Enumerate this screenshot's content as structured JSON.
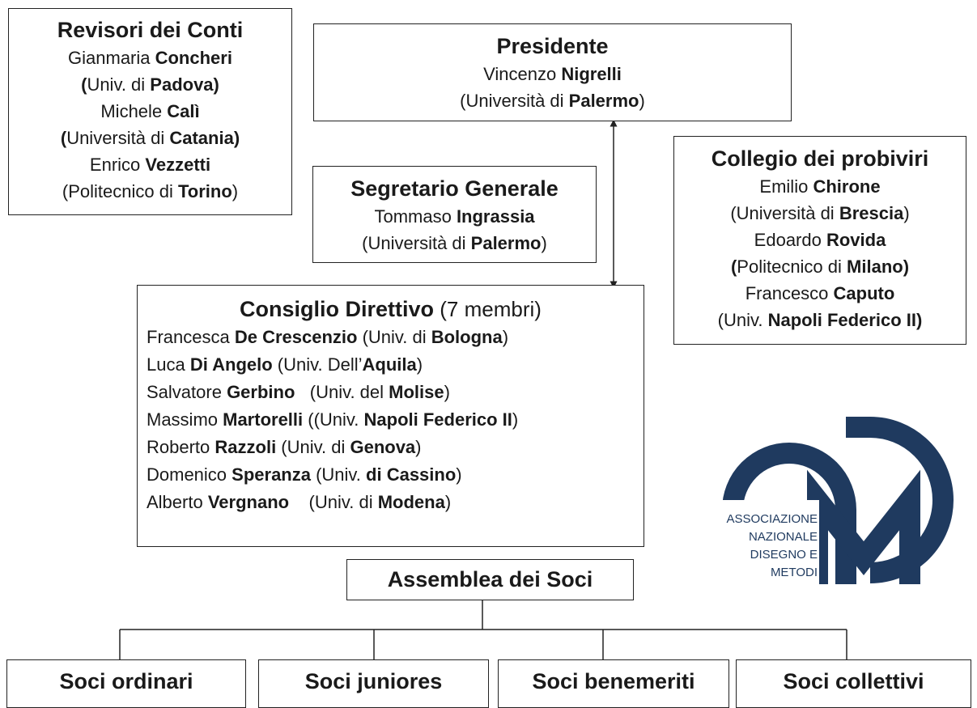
{
  "revisori": {
    "title": "Revisori dei Conti",
    "lines": [
      [
        {
          "t": "Gianmaria ",
          "b": false
        },
        {
          "t": "Concheri",
          "b": true
        }
      ],
      [
        {
          "t": "(",
          "b": true
        },
        {
          "t": "Univ. di ",
          "b": false
        },
        {
          "t": "Padova)",
          "b": true
        }
      ],
      [
        {
          "t": "Michele ",
          "b": false
        },
        {
          "t": "Calì",
          "b": true
        }
      ],
      [
        {
          "t": "(",
          "b": true
        },
        {
          "t": "Università di ",
          "b": false
        },
        {
          "t": "Catania)",
          "b": true
        }
      ],
      [
        {
          "t": "Enrico ",
          "b": false
        },
        {
          "t": "Vezzetti",
          "b": true
        }
      ],
      [
        {
          "t": "(Politecnico di ",
          "b": false
        },
        {
          "t": "Torino",
          "b": true
        },
        {
          "t": ")",
          "b": false
        }
      ]
    ]
  },
  "presidente": {
    "title": "Presidente",
    "lines": [
      [
        {
          "t": "Vincenzo ",
          "b": false
        },
        {
          "t": "Nigrelli",
          "b": true
        }
      ],
      [
        {
          "t": "(Università di ",
          "b": false
        },
        {
          "t": "Palermo",
          "b": true
        },
        {
          "t": ")",
          "b": false
        }
      ]
    ]
  },
  "segretario": {
    "title": "Segretario Generale",
    "lines": [
      [
        {
          "t": "Tommaso ",
          "b": false
        },
        {
          "t": "Ingrassia",
          "b": true
        }
      ],
      [
        {
          "t": "(Università di ",
          "b": false
        },
        {
          "t": "Palermo",
          "b": true
        },
        {
          "t": ")",
          "b": false
        }
      ]
    ]
  },
  "probiviri": {
    "title": "Collegio dei probiviri",
    "lines": [
      [
        {
          "t": "Emilio ",
          "b": false
        },
        {
          "t": "Chirone",
          "b": true
        }
      ],
      [
        {
          "t": "(Università di ",
          "b": false
        },
        {
          "t": "Brescia",
          "b": true
        },
        {
          "t": ")",
          "b": false
        }
      ],
      [
        {
          "t": "Edoardo ",
          "b": false
        },
        {
          "t": "Rovida",
          "b": true
        }
      ],
      [
        {
          "t": "(",
          "b": true
        },
        {
          "t": "Politecnico di ",
          "b": false
        },
        {
          "t": "Milano)",
          "b": true
        }
      ],
      [
        {
          "t": "Francesco ",
          "b": false
        },
        {
          "t": "Caputo",
          "b": true
        }
      ],
      [
        {
          "t": "(Univ. ",
          "b": false
        },
        {
          "t": "Napoli Federico II)",
          "b": true
        }
      ]
    ]
  },
  "consiglio": {
    "title": "Consiglio Direttivo",
    "subtitle": " (7 membri)",
    "lines": [
      [
        {
          "t": "Francesca ",
          "b": false
        },
        {
          "t": "De Crescenzio",
          "b": true
        },
        {
          "t": " (Univ. di ",
          "b": false
        },
        {
          "t": "Bologna",
          "b": true
        },
        {
          "t": ")",
          "b": false
        }
      ],
      [
        {
          "t": "Luca ",
          "b": false
        },
        {
          "t": "Di Angelo",
          "b": true
        },
        {
          "t": " (Univ. Dell’",
          "b": false
        },
        {
          "t": "Aquila",
          "b": true
        },
        {
          "t": ")",
          "b": false
        }
      ],
      [
        {
          "t": "Salvatore ",
          "b": false
        },
        {
          "t": "Gerbino",
          "b": true
        },
        {
          "t": "   (Univ. del ",
          "b": false
        },
        {
          "t": "Molise",
          "b": true
        },
        {
          "t": ")",
          "b": false
        }
      ],
      [
        {
          "t": "Massimo ",
          "b": false
        },
        {
          "t": "Martorelli",
          "b": true
        },
        {
          "t": " ((Univ. ",
          "b": false
        },
        {
          "t": "Napoli Federico II",
          "b": true
        },
        {
          "t": ")",
          "b": false
        }
      ],
      [
        {
          "t": "Roberto ",
          "b": false
        },
        {
          "t": "Razzoli",
          "b": true
        },
        {
          "t": " (Univ. di ",
          "b": false
        },
        {
          "t": "Genova",
          "b": true
        },
        {
          "t": ")",
          "b": false
        }
      ],
      [
        {
          "t": "Domenico ",
          "b": false
        },
        {
          "t": "Speranza",
          "b": true
        },
        {
          "t": " (Univ. ",
          "b": false
        },
        {
          "t": "di Cassino",
          "b": true
        },
        {
          "t": ")",
          "b": false
        }
      ],
      [
        {
          "t": "Alberto ",
          "b": false
        },
        {
          "t": "Vergnano",
          "b": true
        },
        {
          "t": "    (Univ. di ",
          "b": false
        },
        {
          "t": "Modena",
          "b": true
        },
        {
          "t": ")",
          "b": false
        }
      ]
    ]
  },
  "assemblea": {
    "title": "Assemblea dei Soci"
  },
  "soci": [
    {
      "label": "Soci ordinari"
    },
    {
      "label": "Soci juniores"
    },
    {
      "label": "Soci benemeriti"
    },
    {
      "label": "Soci collettivi"
    }
  ],
  "logo": {
    "initials": "ADM",
    "lines": [
      "ASSOCIAZIONE",
      "NAZIONALE",
      "DISEGNO E",
      "METODI"
    ],
    "color": "#1f3a5f"
  }
}
